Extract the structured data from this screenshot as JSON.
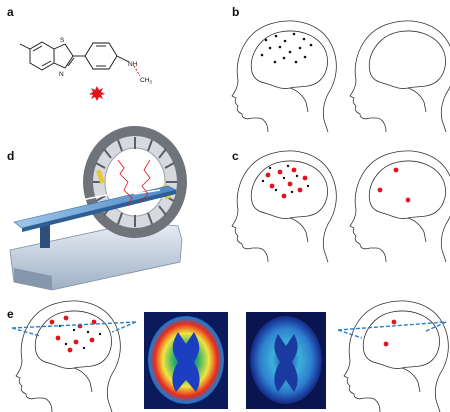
{
  "panels": {
    "a": {
      "label": "a",
      "atoms": {
        "s": "S",
        "n": "N",
        "nh": "NH",
        "ch3": "CH",
        "ch3_sub": "3"
      }
    },
    "b": {
      "label": "b"
    },
    "c": {
      "label": "c"
    },
    "d": {
      "label": "d"
    },
    "e": {
      "label": "e"
    }
  },
  "colors": {
    "radiolabel": "#e0141a",
    "dot_black": "#111111",
    "plane_line": "#2a7fc9",
    "scanner_body": "#b8c7d8",
    "scanner_ring": "#6f737a",
    "scanner_yellow": "#e3c94a"
  },
  "icons": {
    "radiolabel_star": "star-burst-icon",
    "pet_scanner": "pet-scanner-illustration"
  },
  "scans": {
    "left": "high-amyloid-pet-slice",
    "right": "low-amyloid-pet-slice"
  }
}
